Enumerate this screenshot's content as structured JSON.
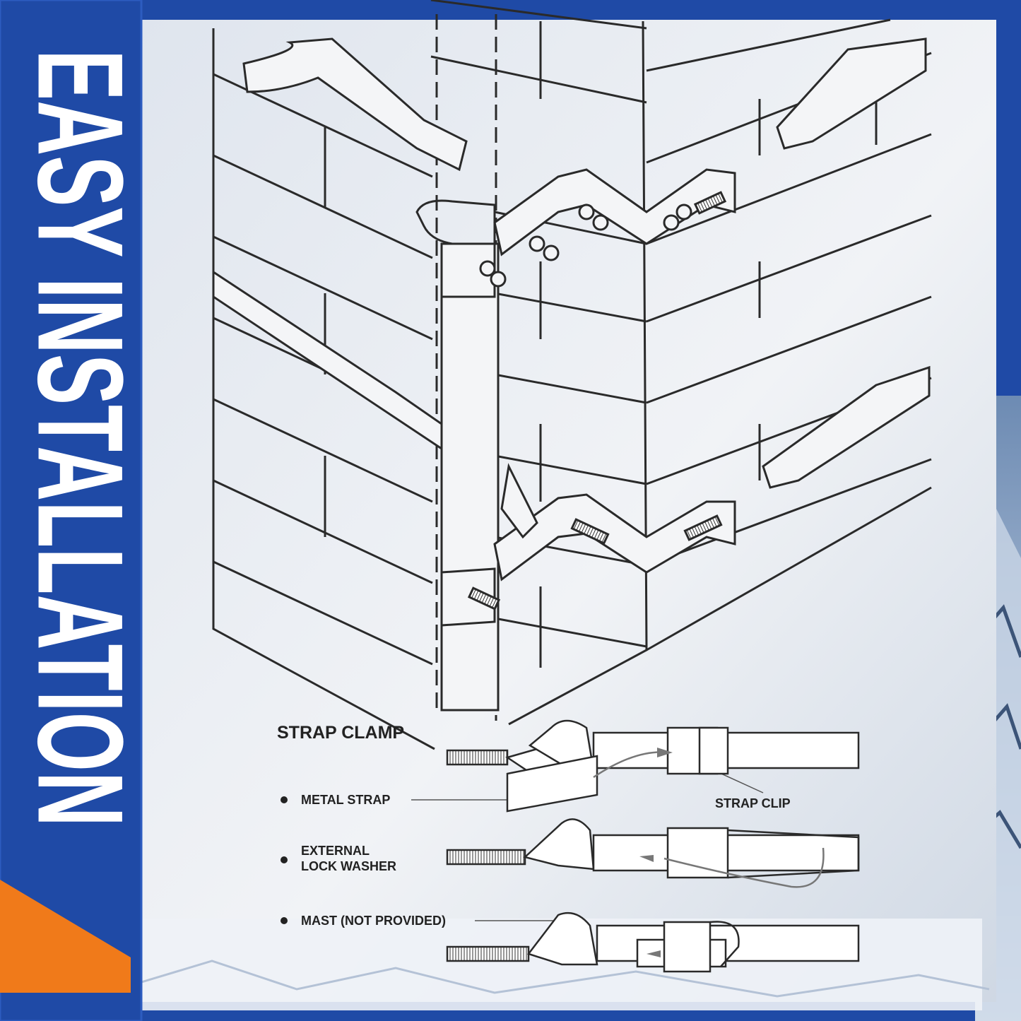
{
  "banner": {
    "title": "EASY INSTALLATION"
  },
  "colors": {
    "banner_blue": "#1f4aa6",
    "accent_orange": "#f07a1a",
    "panel_bg": "#e9edf3",
    "ink": "#2a2a2a"
  },
  "legend": {
    "heading": "STRAP CLAMP",
    "items": [
      {
        "label": "METAL STRAP"
      },
      {
        "label_line1": "EXTERNAL",
        "label_line2": "LOCK WASHER"
      },
      {
        "label": "MAST (NOT PROVIDED)"
      }
    ],
    "strap_clip": "STRAP CLIP"
  },
  "icons": [
    "bullet-dot-icon",
    "arrow-icon",
    "bolt-icon",
    "nut-icon"
  ]
}
